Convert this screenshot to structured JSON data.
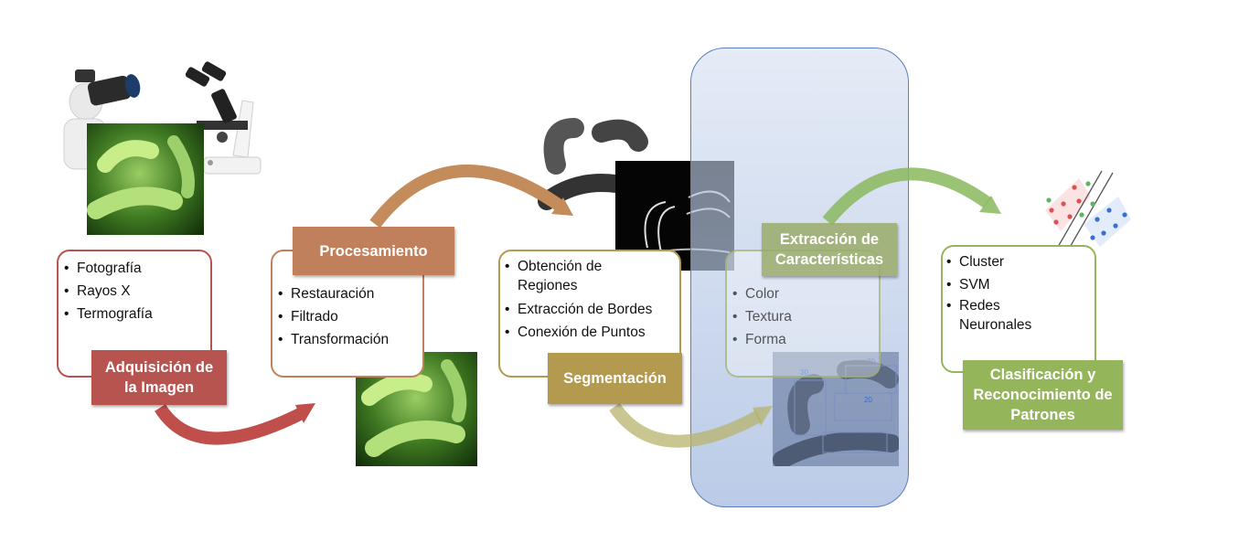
{
  "stages": [
    {
      "title": "Adquisición de la Imagen",
      "items": [
        "Fotografía",
        "Rayos X",
        "Termografía"
      ],
      "color": "#b85450"
    },
    {
      "title": "Procesamiento",
      "items": [
        "Restauración",
        "Filtrado",
        "Transformación"
      ],
      "color": "#c0805c"
    },
    {
      "title": "Segmentación",
      "items": [
        "Obtención de Regiones",
        "Extracción de Bordes",
        "Conexión de Puntos"
      ],
      "color": "#b39a4e"
    },
    {
      "title": "Extracción de Características",
      "items": [
        "Color",
        "Textura",
        "Forma"
      ],
      "color": "#9aac6a"
    },
    {
      "title": "Clasificación y Reconocimiento de Patrones",
      "items": [
        "Cluster",
        "SVM",
        "Redes Neuronales"
      ],
      "color": "#94b55a"
    }
  ],
  "annotations": {
    "label_a": "30",
    "label_b": "20",
    "label_c": "20"
  },
  "icons": [
    "camera-person-icon",
    "microscope-icon",
    "bacteria-image-icon",
    "edge-detection-image-icon",
    "svm-scatter-icon"
  ]
}
